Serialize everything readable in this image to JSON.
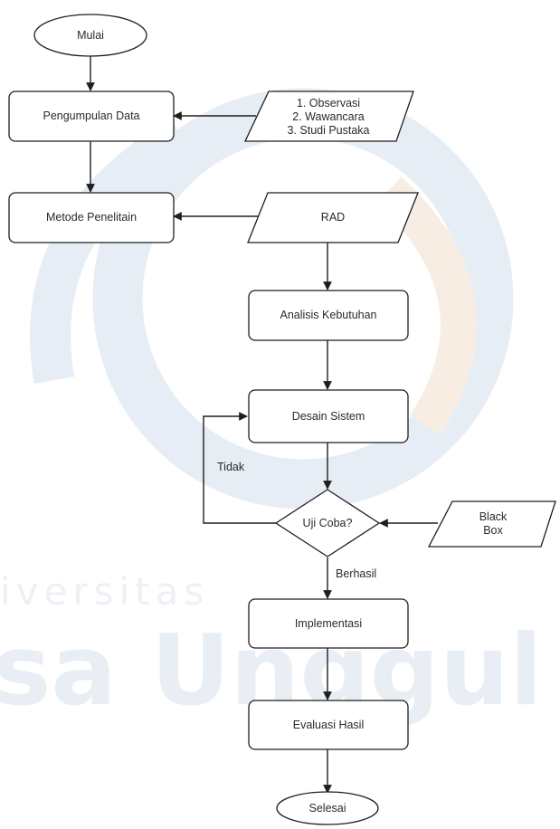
{
  "nodes": {
    "mulai": "Mulai",
    "pengumpulan": "Pengumpulan Data",
    "input_observasi": [
      "1. Observasi",
      "2. Wawancara",
      "3. Studi Pustaka"
    ],
    "metode": "Metode Penelitain",
    "rad": "RAD",
    "analisis": "Analisis Kebutuhan",
    "desain": "Desain Sistem",
    "uji": "Uji Coba?",
    "blackbox": [
      "Black",
      "Box"
    ],
    "implementasi": "Implementasi",
    "evaluasi": "Evaluasi Hasil",
    "selesai": "Selesai"
  },
  "edge_labels": {
    "tidak": "Tidak",
    "berhasil": "Berhasil"
  },
  "watermark": {
    "line1": "iversitas",
    "line2": "sa Unggul",
    "color_blue": "#cfdaea",
    "color_orange": "#f6e2cf"
  }
}
